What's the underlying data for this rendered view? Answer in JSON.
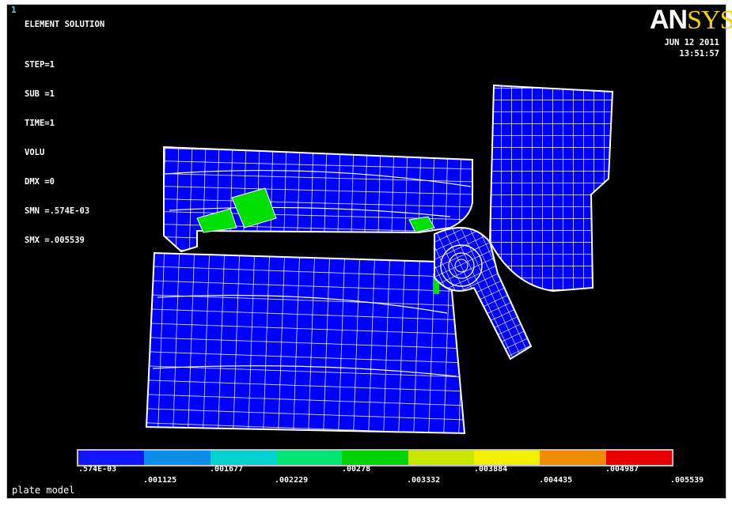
{
  "window_number": "1",
  "title": "ELEMENT SOLUTION",
  "info_lines": [
    "STEP=1",
    "SUB =1",
    "TIME=1",
    "VOLU",
    "DMX =0",
    "SMN =.574E-03",
    "SMX =.005539"
  ],
  "logo": {
    "part1": "AN",
    "part2": "SYS"
  },
  "date": "JUN 12 2011",
  "time": "13:51:57",
  "legend": {
    "colors": [
      "#1414ff",
      "#0b8ce8",
      "#00d2d2",
      "#00e676",
      "#00d200",
      "#c8e600",
      "#f0f000",
      "#f08c00",
      "#e60000"
    ],
    "labels_top": [
      ".574E-03",
      ".001677",
      ".00278",
      ".003884",
      ".004987"
    ],
    "labels_bottom": [
      ".001125",
      ".002229",
      ".003332",
      ".004435",
      ".005539"
    ]
  },
  "caption": "plate model",
  "colors": {
    "background": "#000000",
    "mesh_fill": "#0000ff",
    "mesh_lines": "#ffffff",
    "hotspot": "#00e000"
  }
}
